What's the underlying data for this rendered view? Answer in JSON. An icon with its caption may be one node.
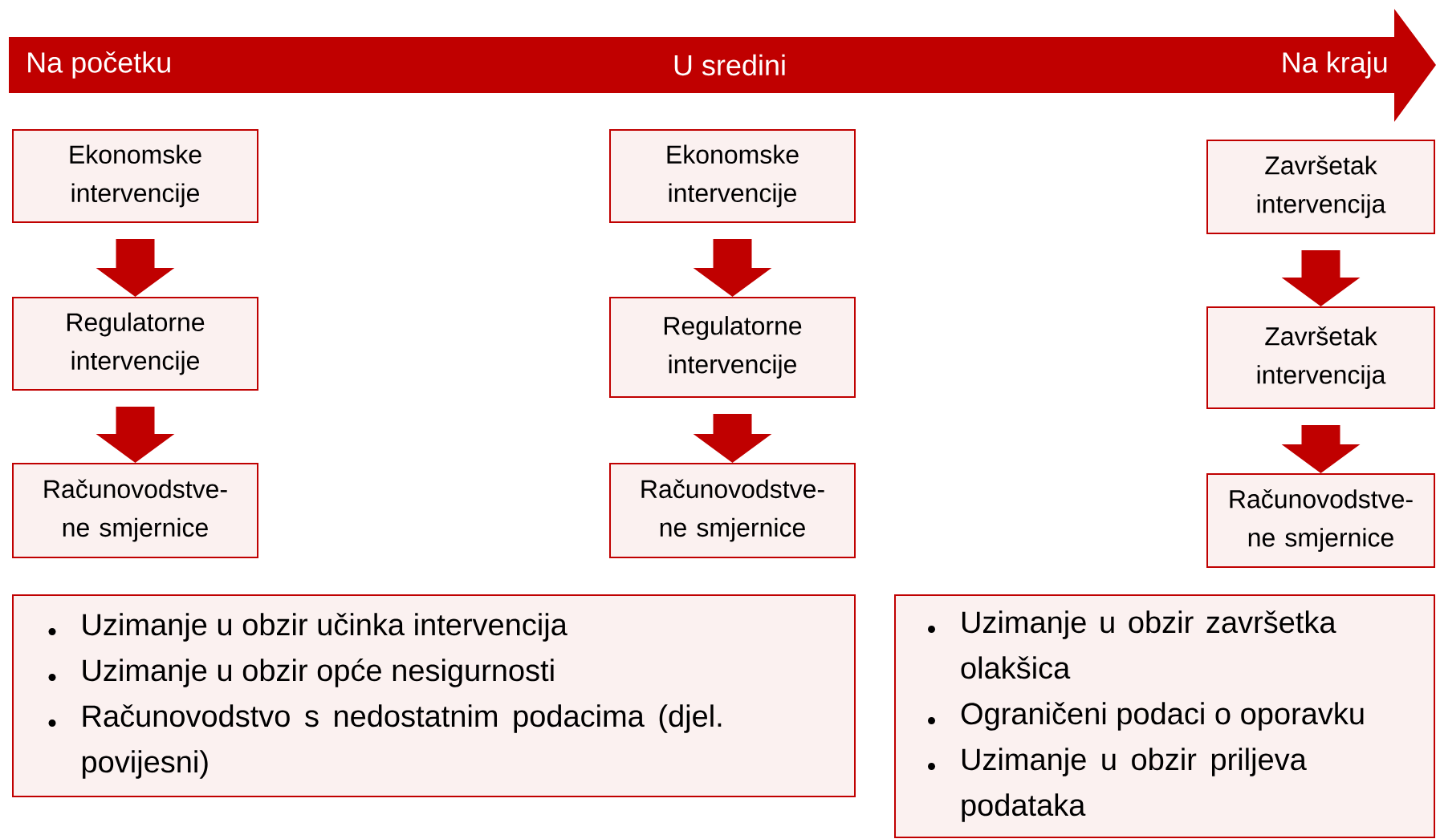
{
  "diagram": {
    "nodes": [
      {
        "text": [
          "Ekonomske intervencije"
        ]
      },
      {
        "text": [
          "Regulatorne intervencije"
        ]
      },
      {
        "text": [
          "Računovodstve- ne smjernice"
        ]
      },
      {
        "text": [
          "Ekonomske intervencije"
        ]
      },
      {
        "text": [
          "Regulatorne intervencije"
        ]
      },
      {
        "text": [
          "Računovodstve- ne smjernice"
        ]
      },
      {
        "text": [
          "Završetak intervencija"
        ]
      },
      {
        "text": [
          "Završetak intervencija"
        ]
      },
      {
        "text": [
          "Računovodstve- ne smjernice"
        ]
      },
      {
        "text": [
          "Uzimanje u obzir učinka intervencija",
          "Uzimanje u obzir opće nesigurnosti",
          "Računovodstvo s nedostatnim podacima (djel. povijesni)"
        ]
      },
      {
        "text": [
          "Uzimanje u obzir završetka olakšica",
          "Ograničeni podaci o oporavku",
          "Uzimanje u obzir priljeva podataka"
        ]
      }
    ],
    "edges": [
      {
        "from": 0,
        "to": 1,
        "arrow": "to"
      },
      {
        "from": 1,
        "to": 2,
        "arrow": "to"
      },
      {
        "from": 3,
        "to": 4,
        "arrow": "to"
      },
      {
        "from": 4,
        "to": 5,
        "arrow": "to"
      },
      {
        "from": 6,
        "to": 7,
        "arrow": "to"
      },
      {
        "from": 7,
        "to": 8,
        "arrow": "to"
      }
    ],
    "labels": [
      "Na početku",
      "U sredini",
      "Na kraju"
    ]
  }
}
